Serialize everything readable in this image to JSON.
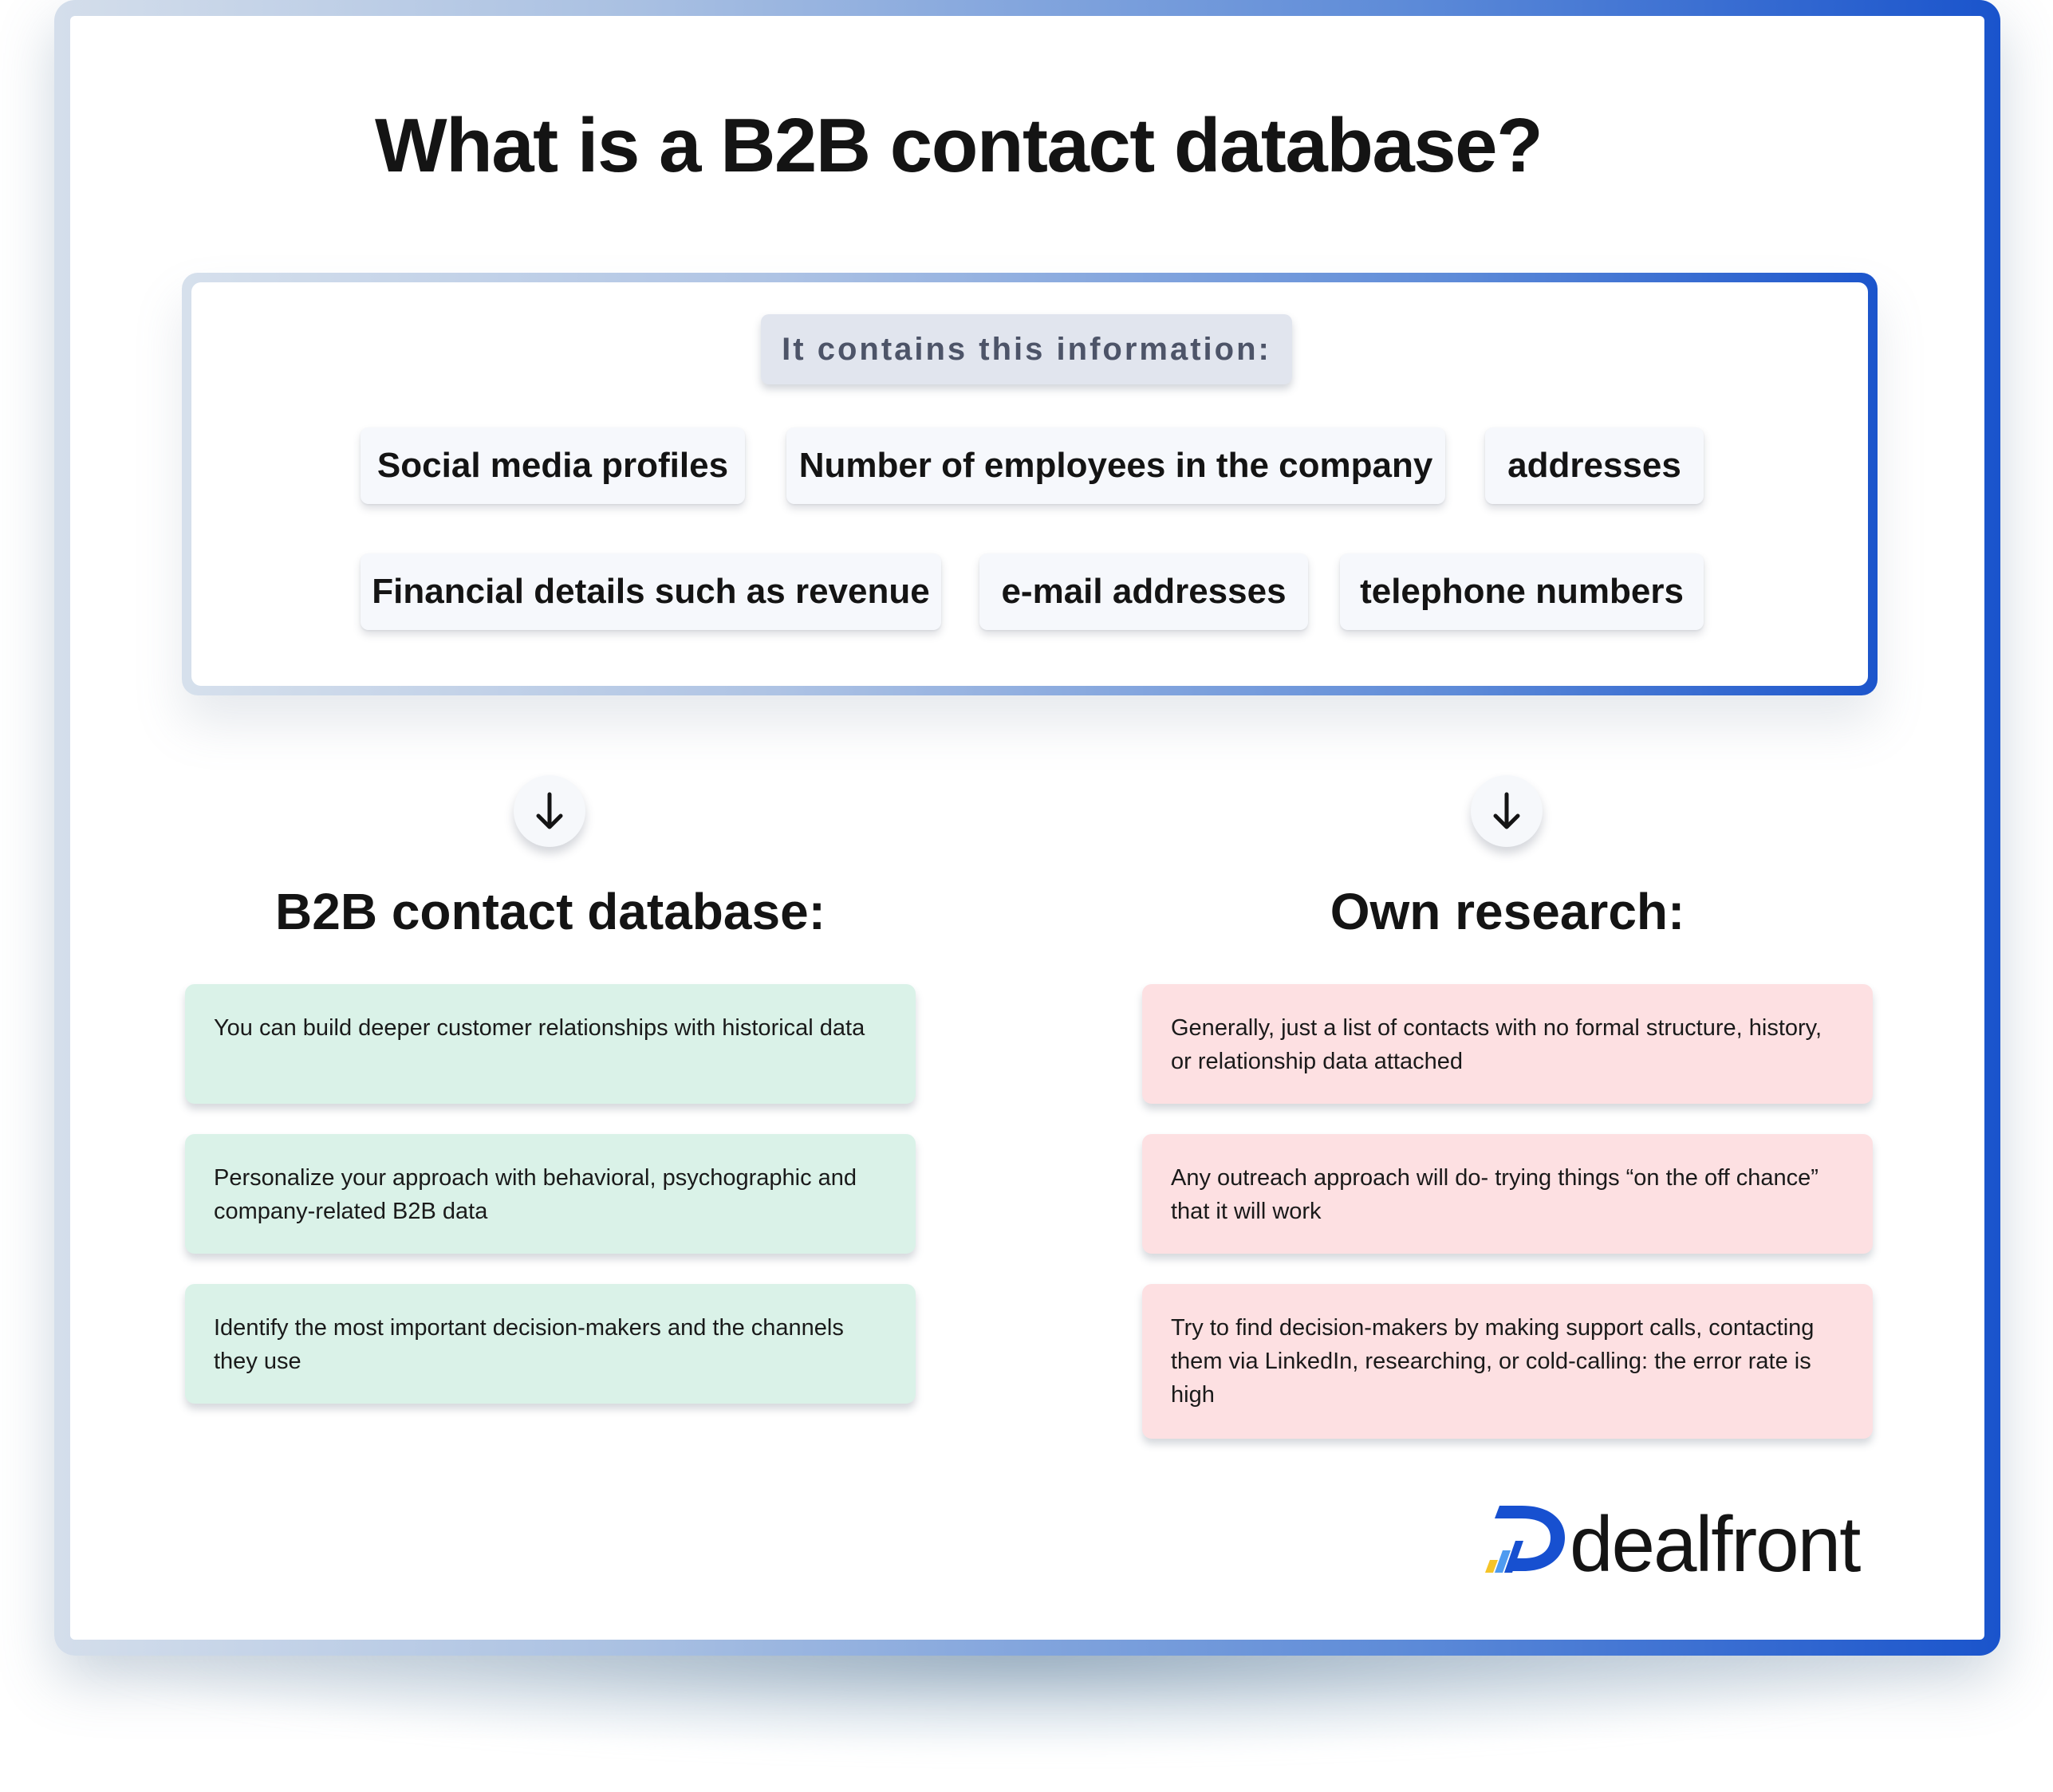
{
  "title": "What is a B2B contact database?",
  "info_box": {
    "label": "It contains this information:",
    "chips_row1": [
      "Social media profiles",
      "Number of employees in the company",
      "addresses"
    ],
    "chips_row2": [
      "Financial details such as revenue",
      "e-mail addresses",
      "telephone numbers"
    ]
  },
  "left_column": {
    "arrow": "down-arrow-icon",
    "heading": "B2B contact database:",
    "items": [
      "You can build deeper customer relationships with historical data",
      "Personalize your approach with behavioral, psychographic and company-related B2B data",
      "Identify the most important decision-makers and the channels they use"
    ]
  },
  "right_column": {
    "arrow": "down-arrow-icon",
    "heading": "Own research:",
    "items": [
      "Generally, just a list of contacts with no formal structure, history, or relationship data attached",
      "Any outreach approach will do- trying things “on the off chance” that it will work",
      "Try to find decision-makers by making support calls, contacting them via LinkedIn, researching, or cold-calling: the error rate is high"
    ]
  },
  "logo": {
    "text": "dealfront",
    "icon": "dealfront-logo-icon"
  },
  "colors": {
    "frame_gradient_start": "#d4deeb",
    "frame_gradient_end": "#1a54cc",
    "pro_box": "#daf2e8",
    "con_box": "#fde0e2",
    "label_bg": "#e1e5ee",
    "chip_bg": "#f6f8fc"
  }
}
